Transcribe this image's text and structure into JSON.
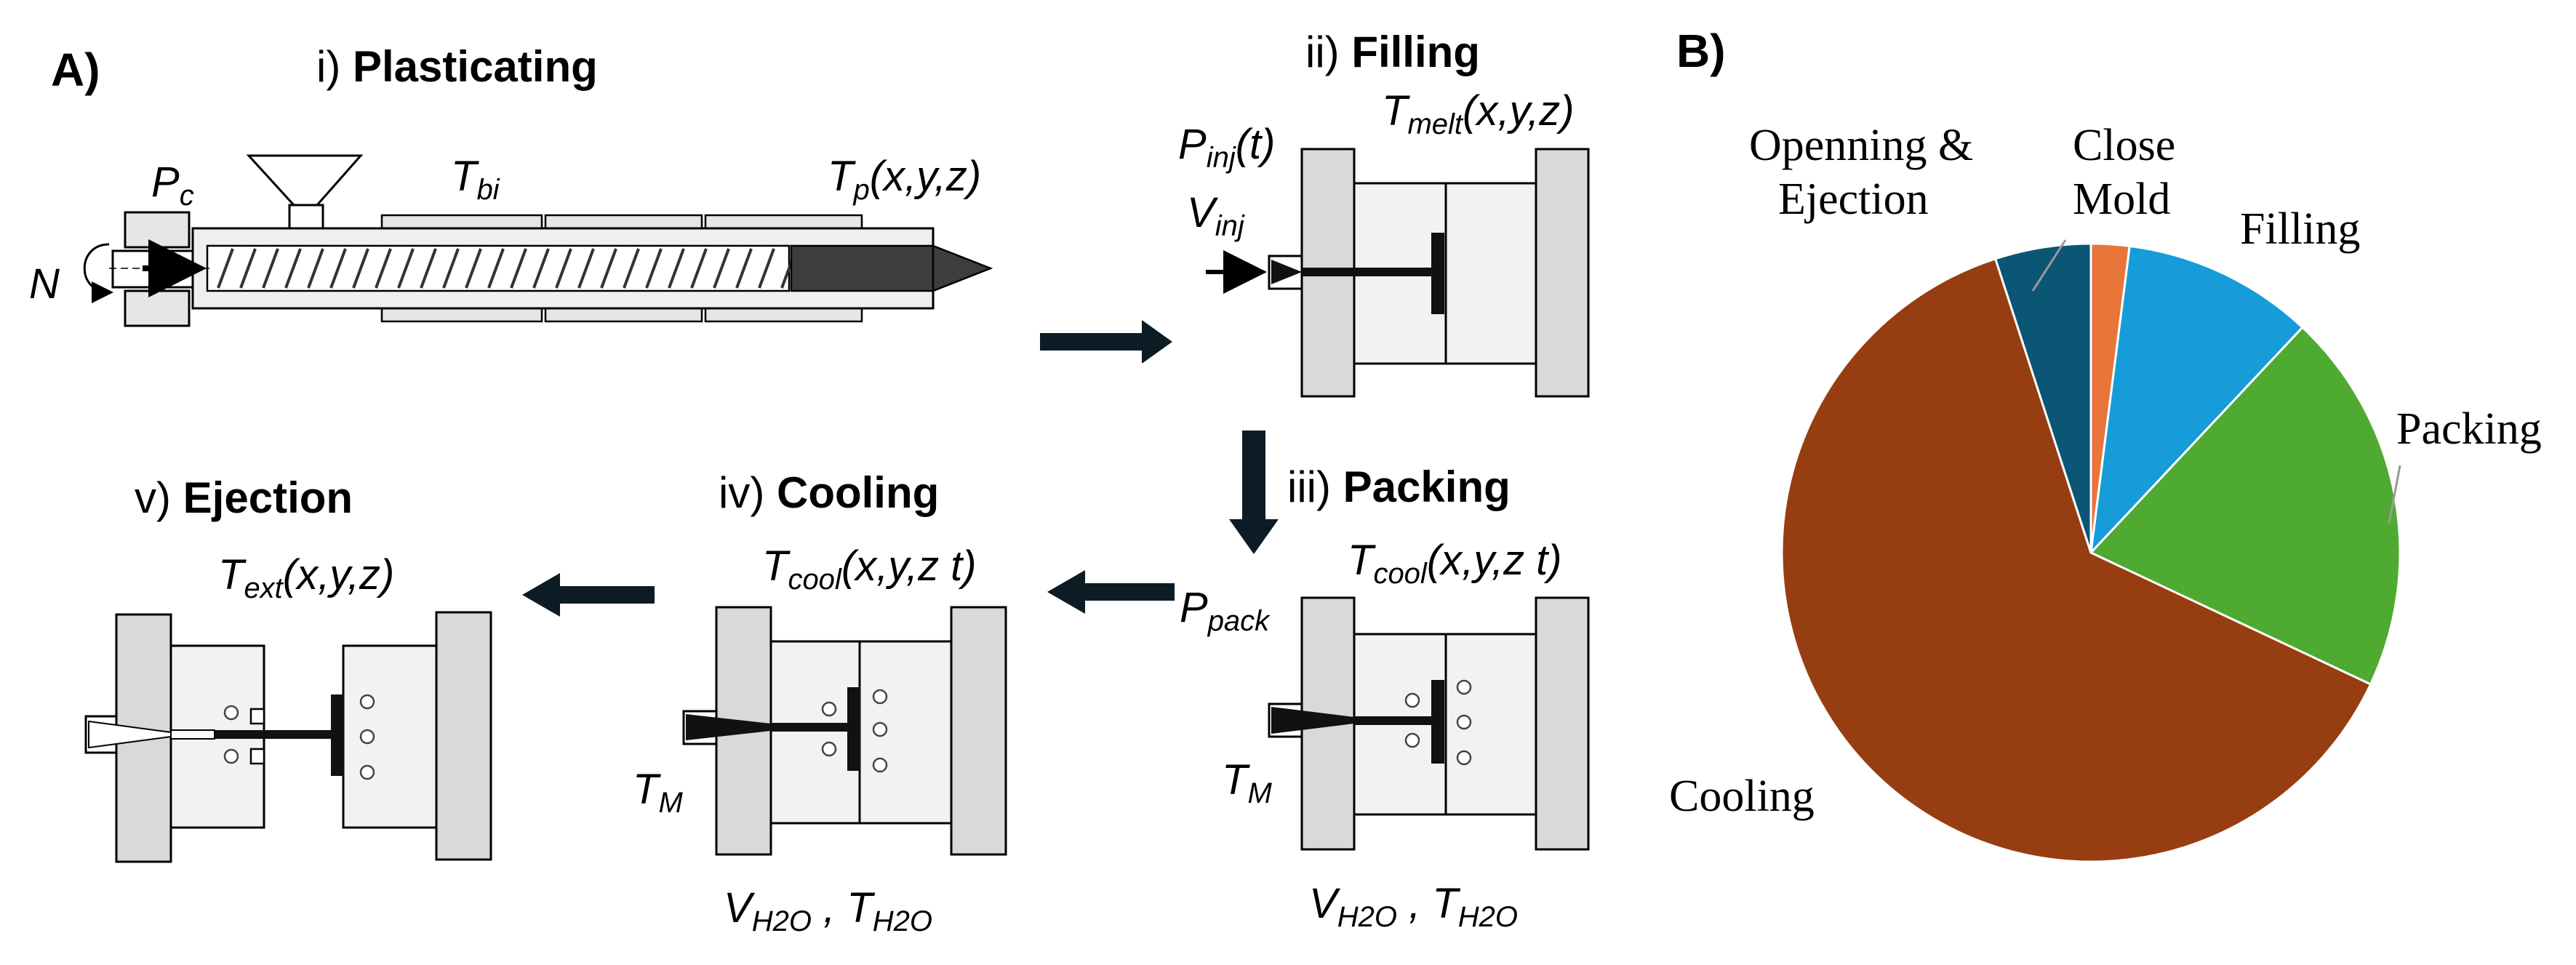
{
  "panel_a": {
    "label": "A)",
    "steps": {
      "plasticating": {
        "num": "i)",
        "name": "Plasticating"
      },
      "filling": {
        "num": "ii)",
        "name": "Filling"
      },
      "packing": {
        "num": "iii)",
        "name": "Packing"
      },
      "cooling": {
        "num": "iv)",
        "name": "Cooling"
      },
      "ejection": {
        "num": "v)",
        "name": "Ejection"
      }
    },
    "vars": {
      "pc": {
        "base": "P",
        "sub": "c"
      },
      "n": {
        "base": "N"
      },
      "tbi": {
        "base": "T",
        "sub": "bi"
      },
      "tp": {
        "base": "T",
        "sub": "p",
        "rest": "(x,y,z)"
      },
      "pinj": {
        "base": "P",
        "sub": "inj",
        "rest": "(t)"
      },
      "vinj": {
        "base": "V",
        "sub": "inj"
      },
      "tmelt": {
        "base": "T",
        "sub": "melt",
        "rest": "(x,y,z)"
      },
      "tcool": {
        "base": "T",
        "sub": "cool",
        "rest": "(x,y,z t)"
      },
      "ppack": {
        "base": "P",
        "sub": "pack"
      },
      "tm": {
        "base": "T",
        "sub": "M"
      },
      "vh2o": {
        "base": "V",
        "sub": "H2O"
      },
      "comma": ",",
      "th2o": {
        "base": "T",
        "sub": "H2O"
      },
      "text": {
        "base": "T",
        "sub": "ext",
        "rest": "(x,y,z)"
      }
    }
  },
  "panel_b": {
    "label": "B)"
  },
  "chart_data": {
    "type": "pie",
    "start_angle_deg": 0,
    "direction": "clockwise",
    "slices": [
      {
        "label": "Close Mold",
        "label_lines": [
          "Close",
          "Mold"
        ],
        "value": 2,
        "color": "#E8763A"
      },
      {
        "label": "Filling",
        "label_lines": [
          "Filling"
        ],
        "value": 10,
        "color": "#169CD8"
      },
      {
        "label": "Packing",
        "label_lines": [
          "Packing"
        ],
        "value": 20,
        "color": "#4FAA32"
      },
      {
        "label": "Cooling",
        "label_lines": [
          "Cooling"
        ],
        "value": 63,
        "color": "#973D12"
      },
      {
        "label": "Openning & Ejection",
        "label_lines": [
          "Openning &",
          "Ejection"
        ],
        "value": 5,
        "color": "#0B5575"
      }
    ]
  }
}
